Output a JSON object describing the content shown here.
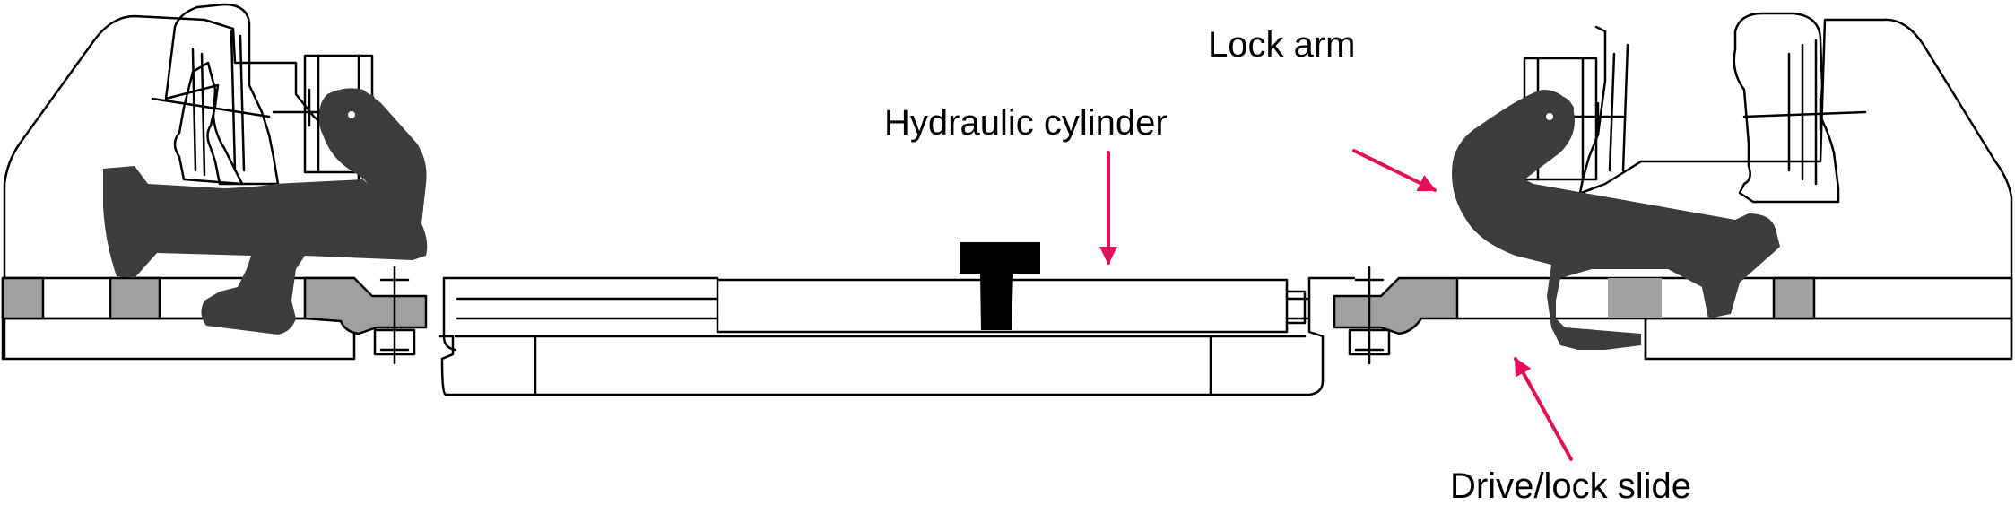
{
  "labels": {
    "lock_arm": "Lock arm",
    "hydraulic_cylinder": "Hydraulic cylinder",
    "drive_lock_slide": "Drive/lock slide"
  },
  "colors": {
    "line": "#000000",
    "lock_arm": "#3c3c3c",
    "slide_block": "#a0a0a0",
    "arrow": "#e0105a",
    "background": "#ffffff"
  }
}
